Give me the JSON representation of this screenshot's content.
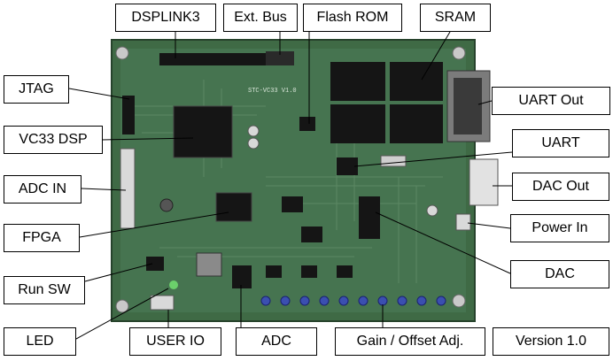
{
  "labels": {
    "dsplink3": "DSPLINK3",
    "ext_bus": "Ext. Bus",
    "flash_rom": "Flash ROM",
    "sram": "SRAM",
    "jtag": "JTAG",
    "uart_out": "UART Out",
    "vc33_dsp": "VC33 DSP",
    "uart": "UART",
    "adc_in": "ADC IN",
    "dac_out": "DAC Out",
    "fpga": "FPGA",
    "power_in": "Power In",
    "run_sw": "Run SW",
    "dac": "DAC",
    "led": "LED",
    "user_io": "USER IO",
    "adc": "ADC",
    "gain_offset": "Gain / Offset Adj.",
    "version": "Version 1.0"
  },
  "board": {
    "silkscreen_title": "STC-VC33 V1.0",
    "colors": {
      "pcb": "#3f6a45",
      "pcb_dark": "#2c4e33",
      "chip": "#151515",
      "trace": "#6f9a74",
      "pot": "#3b4fb0"
    }
  }
}
